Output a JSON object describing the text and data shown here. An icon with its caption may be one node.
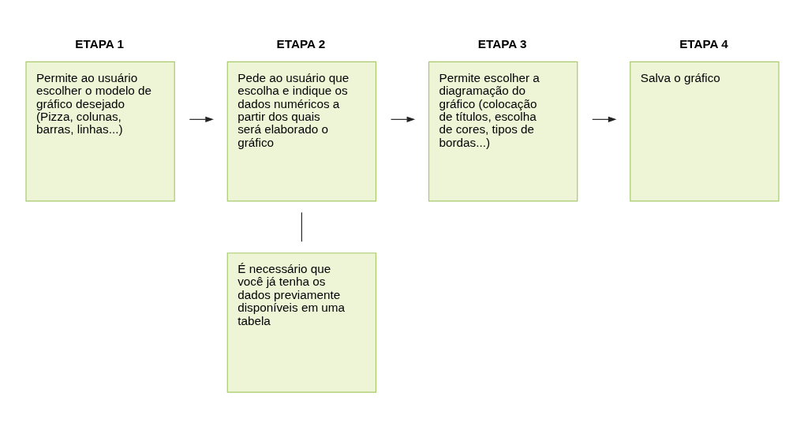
{
  "diagram": {
    "nodes": [
      {
        "text": [
          "ETAPA 1",
          "Permite ao usuário escolher o modelo de gráfico desejado (Pizza, colunas, barras, linhas...)"
        ]
      },
      {
        "text": [
          "ETAPA 2",
          "Pede ao usuário que escolha e indique os dados numéricos a partir dos quais será elaborado o gráfico"
        ]
      },
      {
        "text": [
          "ETAPA 3",
          "Permite escolher a diagramação do gráfico (colocação de títulos, escolha de cores, tipos de bordas...)"
        ]
      },
      {
        "text": [
          "ETAPA 4",
          "Salva o gráfico"
        ]
      },
      {
        "text": [
          "É necessário que você já tenha os dados previamente disponíveis em uma tabela"
        ]
      }
    ],
    "edges": [
      {
        "from": 0,
        "to": 1,
        "arrow": "to"
      },
      {
        "from": 1,
        "to": 2,
        "arrow": "to"
      },
      {
        "from": 2,
        "to": 3,
        "arrow": "to"
      },
      {
        "from": 1,
        "to": 4,
        "arrow": "none"
      }
    ]
  }
}
